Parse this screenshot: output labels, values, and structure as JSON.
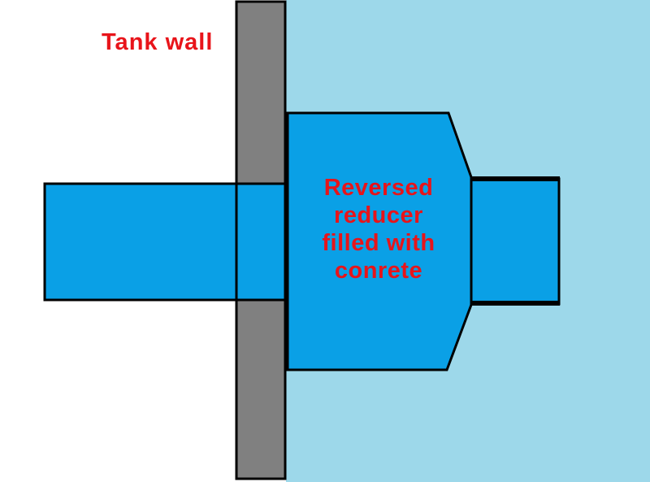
{
  "labels": {
    "tank_wall": "Tank wall",
    "reducer_lines": [
      "Reversed",
      "reducer",
      "filled with",
      "conrete"
    ]
  },
  "colors": {
    "background": "#ffffff",
    "water": "#9dd8ea",
    "pipe": "#0aa0e6",
    "wall": "#808080",
    "outline": "#000000",
    "label": "#e8141a"
  }
}
